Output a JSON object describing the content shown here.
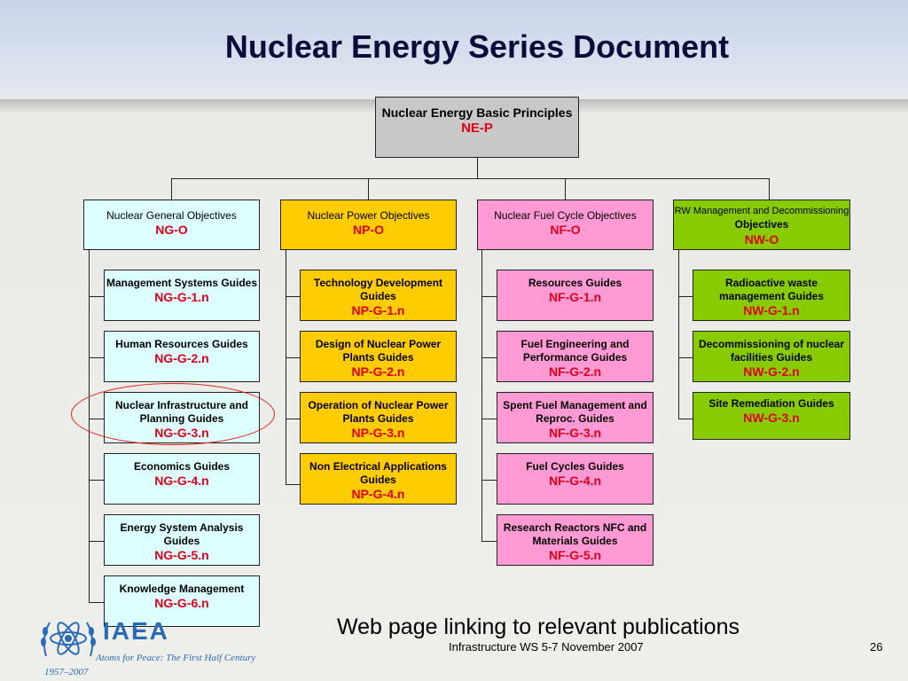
{
  "title": "Nuclear Energy Series Document",
  "root": {
    "label": "Nuclear Energy Basic Principles",
    "code": "NE-P"
  },
  "categories": [
    {
      "label": "Nuclear General Objectives",
      "code": "NG-O"
    },
    {
      "label": "Nuclear Power Objectives",
      "code": "NP-O"
    },
    {
      "label": "Nuclear Fuel Cycle Objectives",
      "code": "NF-O"
    },
    {
      "label": "RW Management and Decommissioning",
      "label_bold": "Objectives",
      "code": "NW-O"
    }
  ],
  "general_guides": [
    {
      "label": "Management Systems Guides",
      "code": "NG-G-1.n"
    },
    {
      "label": "Human Resources Guides",
      "code": "NG-G-2.n"
    },
    {
      "label": "Nuclear Infrastructure and Planning Guides",
      "code": "NG-G-3.n"
    },
    {
      "label": "Economics Guides",
      "code": "NG-G-4.n"
    },
    {
      "label": "Energy System Analysis Guides",
      "code": "NG-G-5.n"
    },
    {
      "label": "Knowledge Management",
      "code": "NG-G-6.n"
    }
  ],
  "power_guides": [
    {
      "label": "Technology Development Guides",
      "code": "NP-G-1.n"
    },
    {
      "label": "Design of Nuclear Power Plants Guides",
      "code": "NP-G-2.n"
    },
    {
      "label": "Operation of Nuclear Power Plants Guides",
      "code": "NP-G-3.n"
    },
    {
      "label": "Non Electrical Applications Guides",
      "code": "NP-G-4.n"
    }
  ],
  "fuel_guides": [
    {
      "label": "Resources Guides",
      "code": "NF-G-1.n"
    },
    {
      "label": "Fuel Engineering and Performance Guides",
      "code": "NF-G-2.n"
    },
    {
      "label": "Spent Fuel Management and Reproc. Guides",
      "code": "NF-G-3.n"
    },
    {
      "label": "Fuel Cycles Guides",
      "code": "NF-G-4.n"
    },
    {
      "label": "Research Reactors NFC and Materials Guides",
      "code": "NF-G-5.n"
    }
  ],
  "waste_guides": [
    {
      "label": "Radioactive waste management Guides",
      "code": "NW-G-1.n"
    },
    {
      "label": "Decommissioning of nuclear facilities Guides",
      "code": "NW-G-2.n"
    },
    {
      "label": "Site Remediation Guides",
      "code": "NW-G-3.n"
    }
  ],
  "web_link": "Web page linking to relevant publications",
  "footer": "Infrastructure WS  5-7 November 2007",
  "page_number": "26",
  "logo": {
    "org": "IAEA",
    "tagline": "Atoms for Peace: The First Half Century",
    "years": "1957–2007"
  },
  "colors": {
    "general": "#ddffff",
    "power": "#ffcc00",
    "fuel": "#ff9ad4",
    "waste": "#88cc00",
    "highlight": "#e0251a",
    "code": "#e0001a"
  },
  "icons": [
    "iaea-emblem-icon"
  ]
}
